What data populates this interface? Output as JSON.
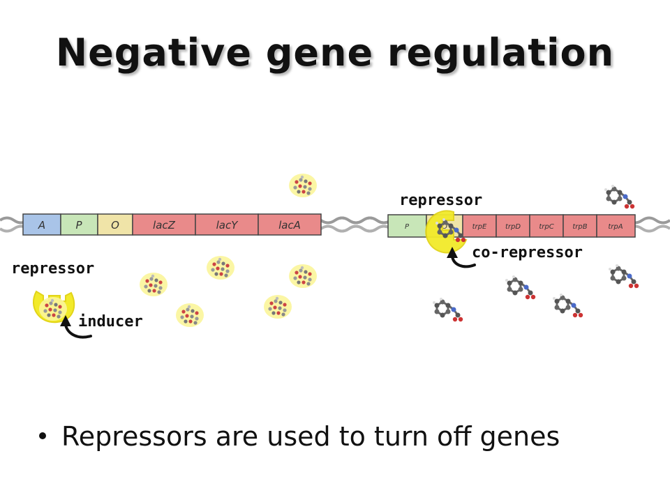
{
  "title": "Negative gene regulation",
  "lac_operon": {
    "segments": [
      "A",
      "P",
      "O",
      "lacZ",
      "lacY",
      "lacA"
    ],
    "repressor_label": "repressor",
    "inducer_label": "inducer"
  },
  "trp_operon": {
    "segments": [
      "P",
      "O",
      "trpE",
      "trpD",
      "trpC",
      "trpB",
      "trpA"
    ],
    "repressor_label": "repressor",
    "corepressor_label": "co-repressor"
  },
  "bullet": "Repressors are used to turn off genes",
  "colors": {
    "activator_site": "#a9c4e8",
    "promoter": "#c8e6b8",
    "operator": "#f0e4a8",
    "genes": "#e98a8a",
    "repressor": "#f2ea2a"
  }
}
